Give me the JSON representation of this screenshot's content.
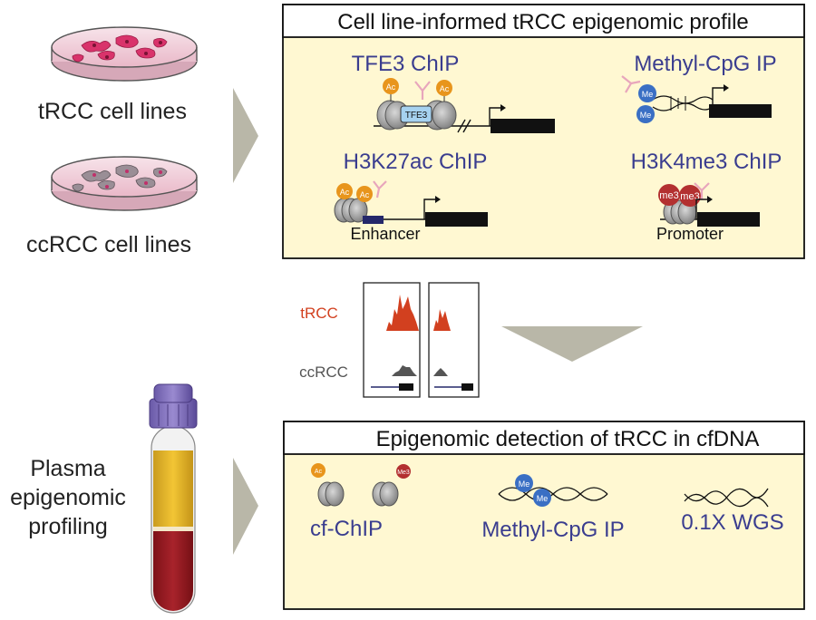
{
  "left_labels": {
    "trcc_lines": "tRCC cell lines",
    "ccrcc_lines": "ccRCC cell lines",
    "plasma_line1": "Plasma",
    "plasma_line2": "epigenomic",
    "plasma_line3": "profiling"
  },
  "profile_panel": {
    "title": "Cell line-informed tRCC epigenomic profile",
    "tfe3_chip": "TFE3 ChIP",
    "methyl_ip": "Methyl-CpG IP",
    "h3k27ac_chip": "H3K27ac ChIP",
    "h3k4me3_chip": "H3K4me3 ChIP",
    "ac_mark": "Ac",
    "me_mark": "Me",
    "me3_mark": "me3",
    "tfe3_protein": "TFE3",
    "enhancer": "Enhancer",
    "promoter": "Promoter"
  },
  "tracks": {
    "trcc_label": "tRCC",
    "ccrcc_label": "ccRCC"
  },
  "detection_panel": {
    "title": "Epigenomic detection of tRCC in cfDNA",
    "cf_chip": "cf-ChIP",
    "methyl_ip": "Methyl-CpG IP",
    "wgs": "0.1X WGS",
    "ac_mark": "Ac",
    "me3_mark": "Me3",
    "me_mark": "Me"
  },
  "colors": {
    "panel_fill": "#fff8d2",
    "accent_text": "#3a3d8f",
    "trcc_red": "#d2401f",
    "ccrcc_gray": "#555555",
    "arrow_gray": "#b9b7a8",
    "ac_orange": "#e8951c",
    "me_blue": "#3a6fc4",
    "me3_red": "#b33030",
    "antibody_pink": "#e8a6bc",
    "tfe3_blue": "#a6d2f0",
    "trcc_dish": "#d9336b",
    "ccrcc_dish": "#9a8e96"
  }
}
